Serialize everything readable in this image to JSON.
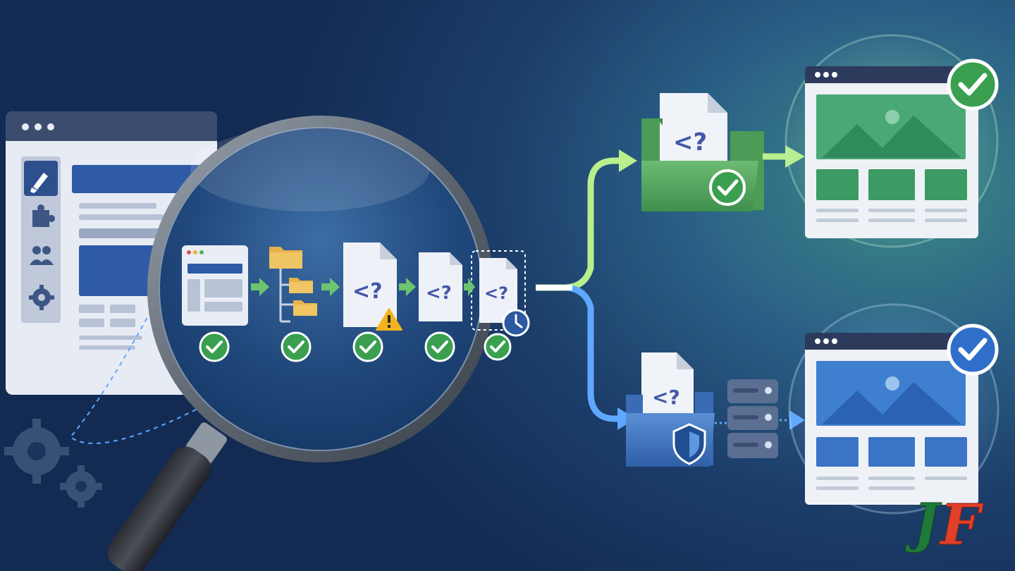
{
  "process_steps": [
    {
      "id": "page",
      "status": "done"
    },
    {
      "id": "folder-tree",
      "status": "done"
    },
    {
      "id": "code-file",
      "status": "done",
      "badge": "warning"
    },
    {
      "id": "code-file-2",
      "status": "done"
    },
    {
      "id": "code-file-3",
      "status": "done",
      "badge": "clock"
    }
  ],
  "code_symbol": "<?",
  "branches": {
    "top": {
      "status": "success",
      "color": "#3f9b5e"
    },
    "bottom": {
      "status": "secure",
      "color": "#3a78c4"
    }
  },
  "logo": {
    "letters": "JF"
  },
  "colors": {
    "green": "#4aa866",
    "blue": "#3d7fd0",
    "warning": "#f2b31e",
    "check": "#3aa04f"
  }
}
